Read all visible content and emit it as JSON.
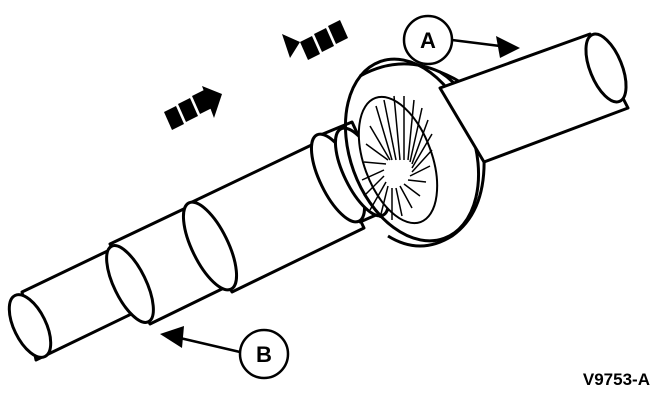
{
  "callouts": {
    "a_label": "A",
    "b_label": "B"
  },
  "figure_code": "V9753-A",
  "colors": {
    "ink": "#000000",
    "paper": "#ffffff"
  },
  "icons": {
    "motion_arrows": "triple-dashed-arrow-icon"
  }
}
